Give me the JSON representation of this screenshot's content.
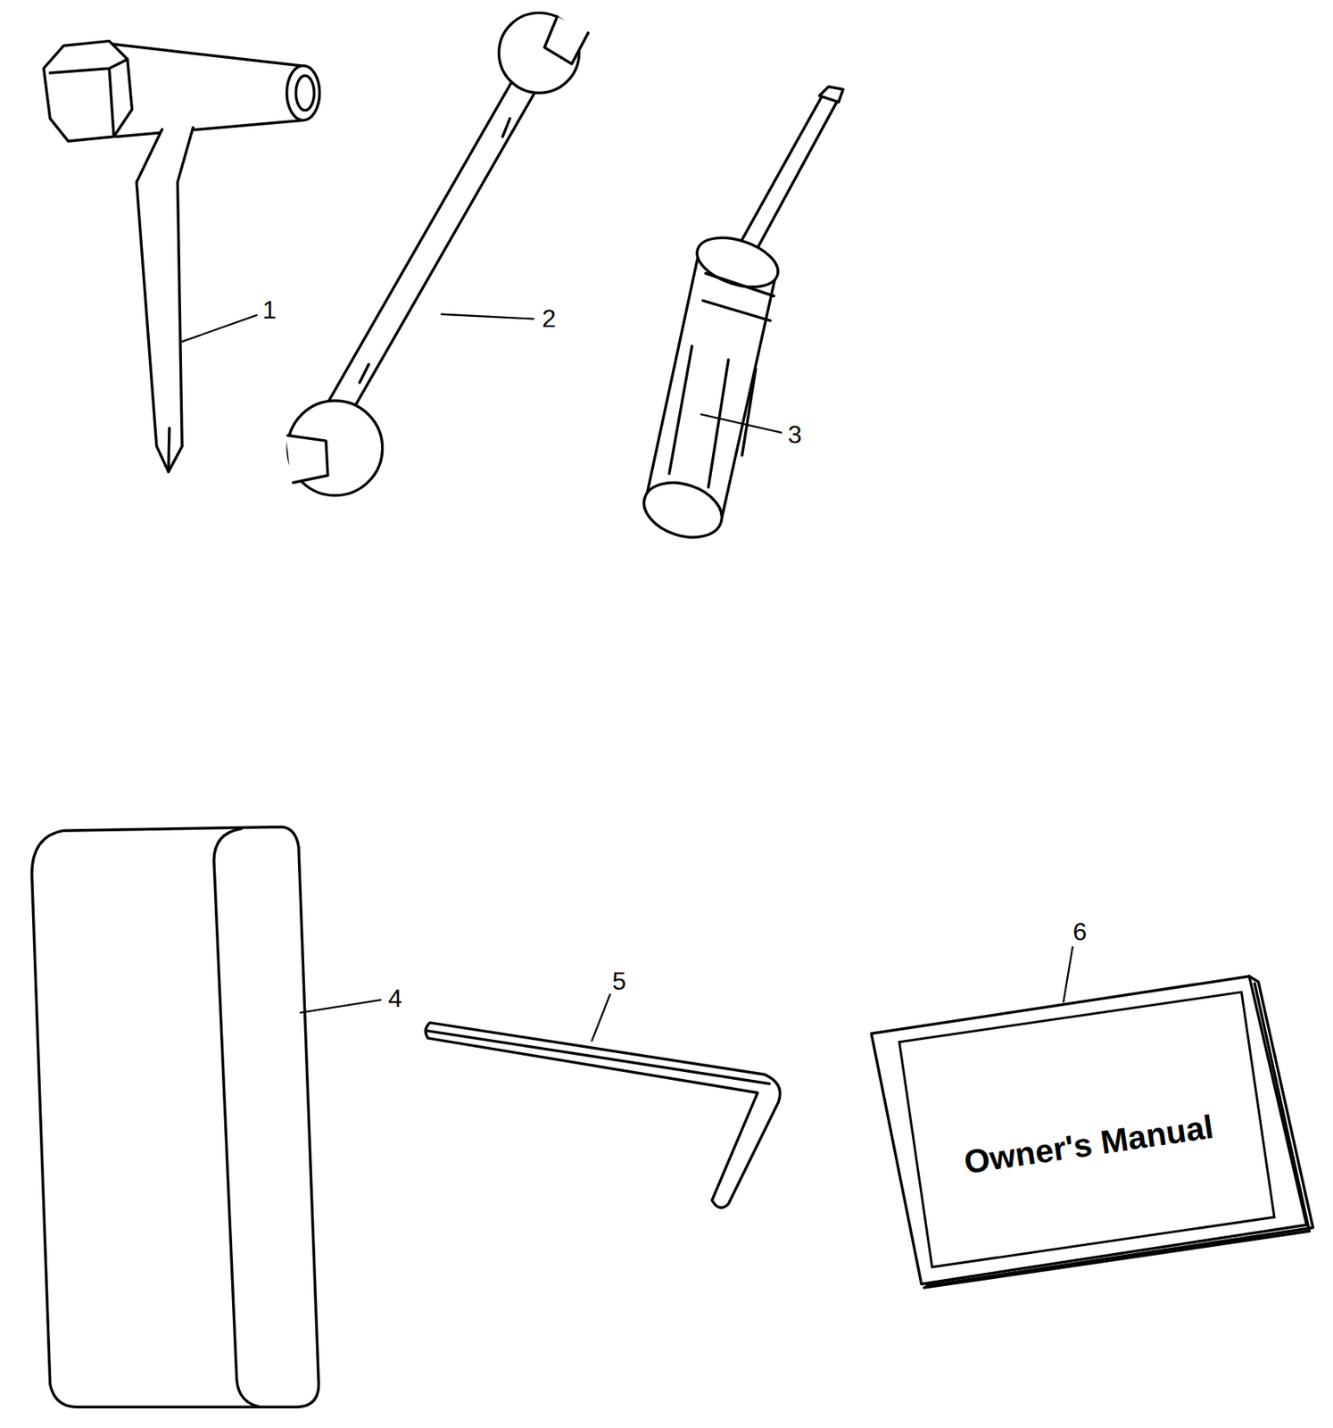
{
  "diagram": {
    "nodes": [
      {
        "text": [
          "Owner's Manual"
        ]
      }
    ],
    "labels": [
      "1",
      "2",
      "3",
      "4",
      "5",
      "6"
    ]
  }
}
